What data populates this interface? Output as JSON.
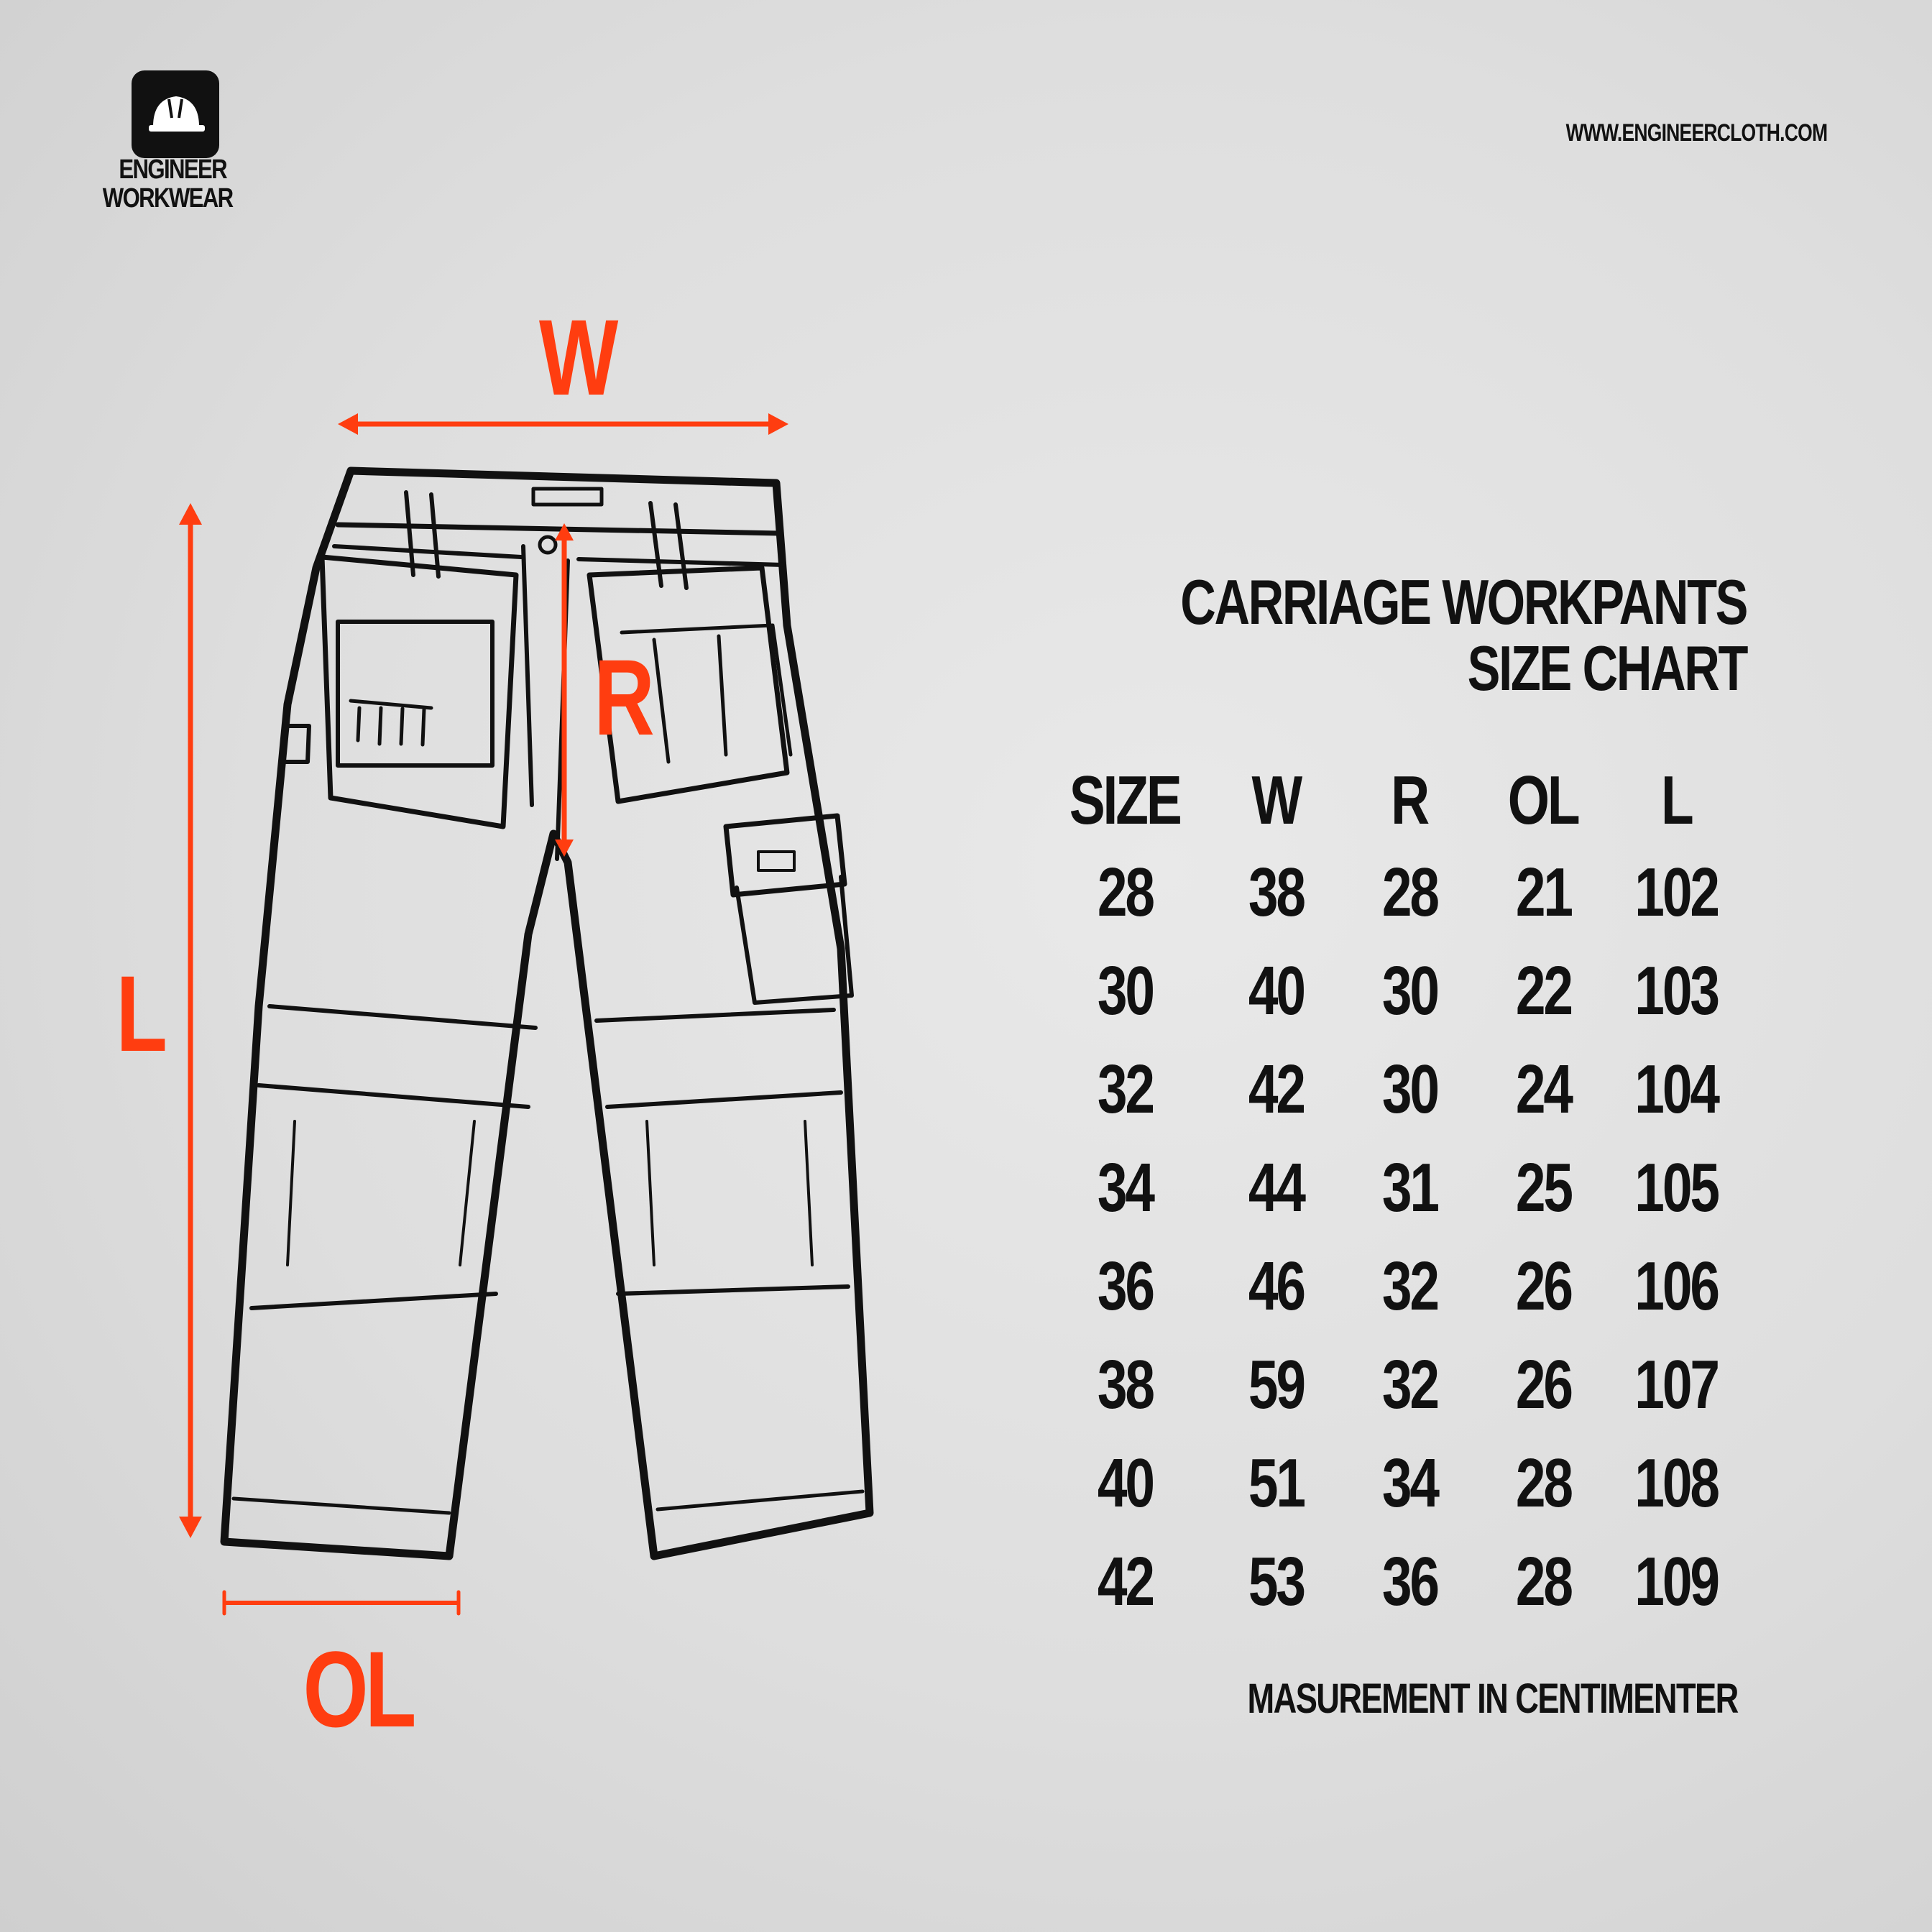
{
  "brand": {
    "line1": "ENGINEER",
    "line2": "WORKWEAR",
    "logo_icon": "hard-hat-icon"
  },
  "website": "WWW.ENGINEERCLOTH.COM",
  "title": {
    "line1": "CARRIAGE WORKPANTS",
    "line2": "SIZE CHART"
  },
  "diagram_labels": {
    "waist": "W",
    "rise": "R",
    "length": "L",
    "leg_opening": "OL"
  },
  "table": {
    "headers": [
      "SIZE",
      "W",
      "R",
      "OL",
      "L"
    ],
    "rows": [
      [
        "28",
        "38",
        "28",
        "21",
        "102"
      ],
      [
        "30",
        "40",
        "30",
        "22",
        "103"
      ],
      [
        "32",
        "42",
        "30",
        "24",
        "104"
      ],
      [
        "34",
        "44",
        "31",
        "25",
        "105"
      ],
      [
        "36",
        "46",
        "32",
        "26",
        "106"
      ],
      [
        "38",
        "59",
        "32",
        "26",
        "107"
      ],
      [
        "40",
        "51",
        "34",
        "28",
        "108"
      ],
      [
        "42",
        "53",
        "36",
        "28",
        "109"
      ]
    ]
  },
  "footnote": "MASUREMENT IN CENTIMENTER",
  "colors": {
    "accent": "#ff3d10",
    "ink": "#111111",
    "background": "#dedede"
  }
}
